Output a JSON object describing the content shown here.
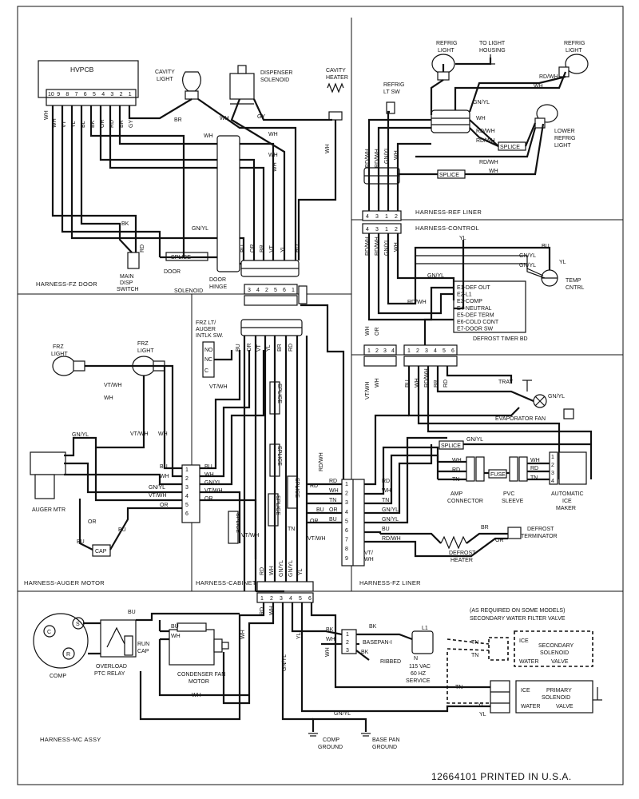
{
  "harnesses": {
    "fz_door": "HARNESS-FZ DOOR",
    "ref_liner": "HARNESS-REF LINER",
    "control": "HARNESS-CONTROL",
    "auger_motor": "HARNESS-AUGER MOTOR",
    "cabinet": "HARNESS-CABINET",
    "fz_liner": "HARNESS-FZ LINER",
    "mc_assy": "HARNESS-MC ASSY"
  },
  "components": {
    "hvpcb": "HVPCB",
    "cavity_light": [
      "CAVITY",
      "LIGHT"
    ],
    "dispenser_solenoid": [
      "DISPENSER",
      "SOLENOID"
    ],
    "cavity_heater": [
      "CAVITY",
      "HEATER"
    ],
    "refrig_light_left": [
      "REFRIG",
      "LIGHT"
    ],
    "to_light_housing": [
      "TO LIGHT",
      "HOUSING"
    ],
    "refrig_light_right": [
      "REFRIG",
      "LIGHT"
    ],
    "refrig_lt_sw": [
      "REFRIG",
      "LT SW"
    ],
    "lower_refrig_light": [
      "LOWER",
      "REFRIG",
      "LIGHT"
    ],
    "main_disp_switch": [
      "MAIN",
      "DISP",
      "SWITCH"
    ],
    "door": "DOOR",
    "solenoid": "SOLENOID",
    "door_hinge": [
      "DOOR",
      "HINGE"
    ],
    "temp_cntrl": [
      "TEMP",
      "CNTRL"
    ],
    "defrost_timer_bd": "DEFROST TIMER BD",
    "frz_lt_auger_sw": [
      "FRZ LT/",
      "AUGER",
      "INTLK SW."
    ],
    "frz_light_left": [
      "FRZ",
      "LIGHT"
    ],
    "frz_light_right": [
      "FRZ",
      "LIGHT"
    ],
    "tray": "TRAY",
    "evaporator_fan": "EVAPORATOR FAN",
    "auger_mtr": "AUGER MTR",
    "cap": "CAP",
    "amp_connector": [
      "AMP",
      "CONNECTOR"
    ],
    "pvc_sleeve": [
      "PVC",
      "SLEEVE"
    ],
    "automatic_ice_maker": [
      "AUTOMATIC",
      "ICE",
      "MAKER"
    ],
    "fuse": "FUSE",
    "defrost_terminator": [
      "DEFROST",
      "TERMINATOR"
    ],
    "defrost_heater": [
      "DEFROST",
      "HEATER"
    ],
    "comp": "COMP",
    "overload_ptc_relay": [
      "OVERLOAD",
      "PTC RELAY"
    ],
    "run_cap": [
      "RUN",
      "CAP"
    ],
    "condenser_fan_motor": [
      "CONDENSER FAN",
      "MOTOR"
    ],
    "basepan": "BASEPAN-I",
    "ribbed": "RIBBED",
    "service": [
      "115 VAC",
      "60 HZ",
      "SERVICE"
    ],
    "secondary_valve_note": [
      "(AS REQUIRED ON SOME MODELS)",
      "SECONDARY WATER FILTER VALVE"
    ],
    "secondary_valve": [
      "ICE",
      "SECONDARY",
      "SOLENOID",
      "WATER",
      "VALVE"
    ],
    "primary_valve": [
      "ICE",
      "PRIMARY",
      "SOLENOID",
      "WATER",
      "VALVE"
    ],
    "comp_ground": [
      "COMP",
      "GROUND"
    ],
    "base_pan_ground": [
      "BASE PAN",
      "GROUND"
    ],
    "splice": "SPLICE"
  },
  "hvpcb_pins": [
    "10",
    "9",
    "8",
    "7",
    "6",
    "5",
    "4",
    "3",
    "2",
    "1"
  ],
  "hvpcb_wires": [
    "WH",
    "VT",
    "YL",
    "BL",
    "BK",
    "OR",
    "RD",
    "BR",
    "GY"
  ],
  "defrost_timer_pins": [
    "E1-DEF OUT",
    "E2-L1",
    "E3-COMP",
    "E4-NEUTRAL",
    "E5-DEF TERM",
    "E6-COLD CONT",
    "E7-DOOR SW"
  ],
  "connectors": {
    "ref_liner": [
      "4",
      "3",
      "1",
      "2"
    ],
    "control": [
      "4",
      "3",
      "1",
      "2"
    ],
    "door_hinge": [
      "3",
      "4",
      "2",
      "5",
      "6",
      "1"
    ],
    "cabinet_4": [
      "1",
      "2",
      "3",
      "4"
    ],
    "cabinet_6": [
      "1",
      "2",
      "3",
      "4",
      "5",
      "6"
    ],
    "mc_6": [
      "1",
      "2",
      "3",
      "4",
      "5",
      "6"
    ],
    "auger_6": [
      "1",
      "2",
      "3",
      "4",
      "5",
      "6"
    ],
    "fz_liner_9": [
      "1",
      "2",
      "3",
      "4",
      "5",
      "6",
      "7",
      "8",
      "9"
    ],
    "basepan_3": [
      "1",
      "2",
      "3"
    ],
    "ice_maker_3": [
      "1",
      "2",
      "3"
    ],
    "ice_maker_4": [
      "1",
      "2",
      "3",
      "4"
    ]
  },
  "auger_wires": [
    "BU",
    "WH",
    "GN/YL",
    "VT/WH",
    "OR",
    ""
  ],
  "fz_liner_left_wires": [
    "RD",
    "WH",
    "TN",
    "OR",
    "BU",
    "",
    "",
    "",
    ""
  ],
  "fz_liner_right_wires": [
    "RD",
    "WH",
    "TN",
    "GN/YL",
    "GN/YL",
    "BU",
    "RD/WH",
    "",
    ""
  ],
  "footer": "12664101 PRINTED IN U.S.A."
}
